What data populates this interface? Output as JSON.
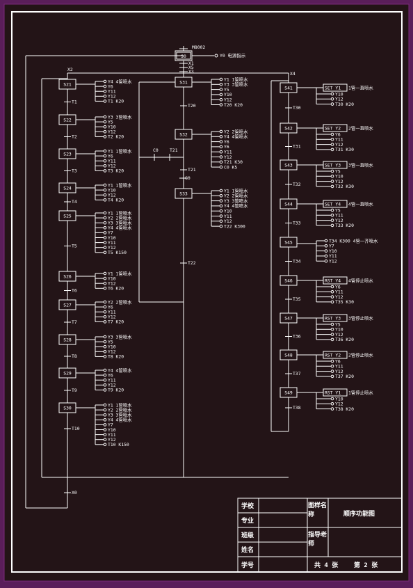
{
  "colors": {
    "frame": "#7a2a7a",
    "background": "#231417",
    "lines": "#ffffff"
  },
  "initial": {
    "label": "S0",
    "condition": "M8002",
    "output": "Y0 电源指示",
    "jump_labels": [
      "X1",
      "X5",
      "X3"
    ],
    "return_label": "X0"
  },
  "branch_labels": {
    "b1": "X2",
    "b3": "X4"
  },
  "branch1": {
    "steps": [
      {
        "label": "S21",
        "outputs": [
          "Y4 4管喷水",
          "Y6",
          "Y11",
          "Y12",
          "T1 K20"
        ],
        "transition": "T1"
      },
      {
        "label": "S22",
        "outputs": [
          "Y3 3管喷水",
          "Y5",
          "Y10",
          "Y12",
          "T2 K20"
        ],
        "transition": "T2"
      },
      {
        "label": "S23",
        "outputs": [
          "Y1 1管喷水",
          "Y6",
          "Y11",
          "Y12",
          "T3 K20"
        ],
        "transition": "T3"
      },
      {
        "label": "S24",
        "outputs": [
          "Y1 1管喷水",
          "Y10",
          "Y12",
          "T4 K20"
        ],
        "transition": "T4"
      },
      {
        "label": "S25",
        "outputs": [
          "Y1 1管喷水",
          "Y2 2管喷水",
          "Y3 3管喷水",
          "Y4 4管喷水",
          "Y7",
          "Y10",
          "Y11",
          "Y12",
          "T5 K150"
        ],
        "transition": "T5"
      },
      {
        "label": "S26",
        "outputs": [
          "Y1 1管喷水",
          "Y10",
          "Y12",
          "T6 K20"
        ],
        "transition": "T6"
      },
      {
        "label": "S27",
        "outputs": [
          "Y2 2管喷水",
          "Y6",
          "Y11",
          "Y12",
          "T7 K20"
        ],
        "transition": "T7"
      },
      {
        "label": "S28",
        "outputs": [
          "Y3 3管喷水",
          "Y5",
          "Y10",
          "Y12",
          "T8 K20"
        ],
        "transition": "T8"
      },
      {
        "label": "S29",
        "outputs": [
          "Y4 4管喷水",
          "Y6",
          "Y11",
          "Y12",
          "T9 K20"
        ],
        "transition": "T9"
      },
      {
        "label": "S30",
        "outputs": [
          "Y1 1管喷水",
          "Y2 2管喷水",
          "Y3 3管喷水",
          "Y4 4管喷水",
          "Y7",
          "Y10",
          "Y11",
          "Y12",
          "T10 K150"
        ],
        "transition": "T10"
      }
    ]
  },
  "branch2": {
    "steps": [
      {
        "label": "S31",
        "outputs": [
          "Y1 1管喷水",
          "Y3 3管喷水",
          "Y5",
          "Y10",
          "Y12",
          "T20 K20"
        ],
        "transition": "T20"
      },
      {
        "label": "S32",
        "outputs": [
          "Y2 2管喷水",
          "Y4 4管喷水",
          "Y6",
          "Y6",
          "Y11",
          "Y12",
          "T21 K30",
          "C0 K5"
        ],
        "transition": "T21"
      },
      {
        "label": "S33",
        "outputs": [
          "Y1 1管喷水",
          "Y2 2管喷水",
          "Y3 3管喷水",
          "Y4 4管喷水",
          "Y10",
          "Y11",
          "Y12",
          "T22 K300"
        ],
        "transition": "T22"
      }
    ],
    "loop_labels": [
      "C0",
      "T21"
    ],
    "exit_label": "C0"
  },
  "branch3": {
    "steps": [
      {
        "label": "S41",
        "set": "SET Y1",
        "note": "1管一直喷水",
        "outputs": [
          "Y10",
          "Y12",
          "T30 K20"
        ],
        "transition": "T30"
      },
      {
        "label": "S42",
        "set": "SET Y2",
        "note": "2管一直喷水",
        "outputs": [
          "Y6",
          "Y11",
          "Y12",
          "T31 K30"
        ],
        "transition": "T31"
      },
      {
        "label": "S43",
        "set": "SET Y3",
        "note": "3管一直喷水",
        "outputs": [
          "Y5",
          "Y10",
          "Y12",
          "T32 K30"
        ],
        "transition": "T32"
      },
      {
        "label": "S44",
        "set": "SET Y4",
        "note": "4管一直喷水",
        "outputs": [
          "Y5",
          "Y11",
          "Y12",
          "T33 K20"
        ],
        "transition": "T33"
      },
      {
        "label": "S45",
        "set": "",
        "note": "",
        "outputs": [
          "T34 K300 4管一齐喷水",
          "Y7",
          "Y10",
          "Y11",
          "Y12"
        ],
        "transition": "T34"
      },
      {
        "label": "S46",
        "set": "RST Y4",
        "note": "4管停止喷水",
        "outputs": [
          "Y6",
          "Y11",
          "Y12",
          "T35 K30"
        ],
        "transition": "T35"
      },
      {
        "label": "S47",
        "set": "RST Y3",
        "note": "3管停止喷水",
        "outputs": [
          "Y5",
          "Y10",
          "Y12",
          "T36 K20"
        ],
        "transition": "T36"
      },
      {
        "label": "S48",
        "set": "RST Y2",
        "note": "2管停止喷水",
        "outputs": [
          "Y6",
          "Y11",
          "Y12",
          "T37 K20"
        ],
        "transition": "T37"
      },
      {
        "label": "S49",
        "set": "RST Y1",
        "note": "1管停止喷水",
        "outputs": [
          "Y10",
          "Y12",
          "T38 K20"
        ],
        "transition": "T38"
      }
    ]
  },
  "title_block": {
    "school": "学校",
    "major": "专业",
    "class": "班级",
    "name": "姓名",
    "student_no": "学号",
    "drawing_name": "图样名称",
    "drawing_value": "顺序功能图",
    "advisor": "指导老师",
    "sheets_total": "共 4 张",
    "sheet_no": "第 2 张"
  }
}
